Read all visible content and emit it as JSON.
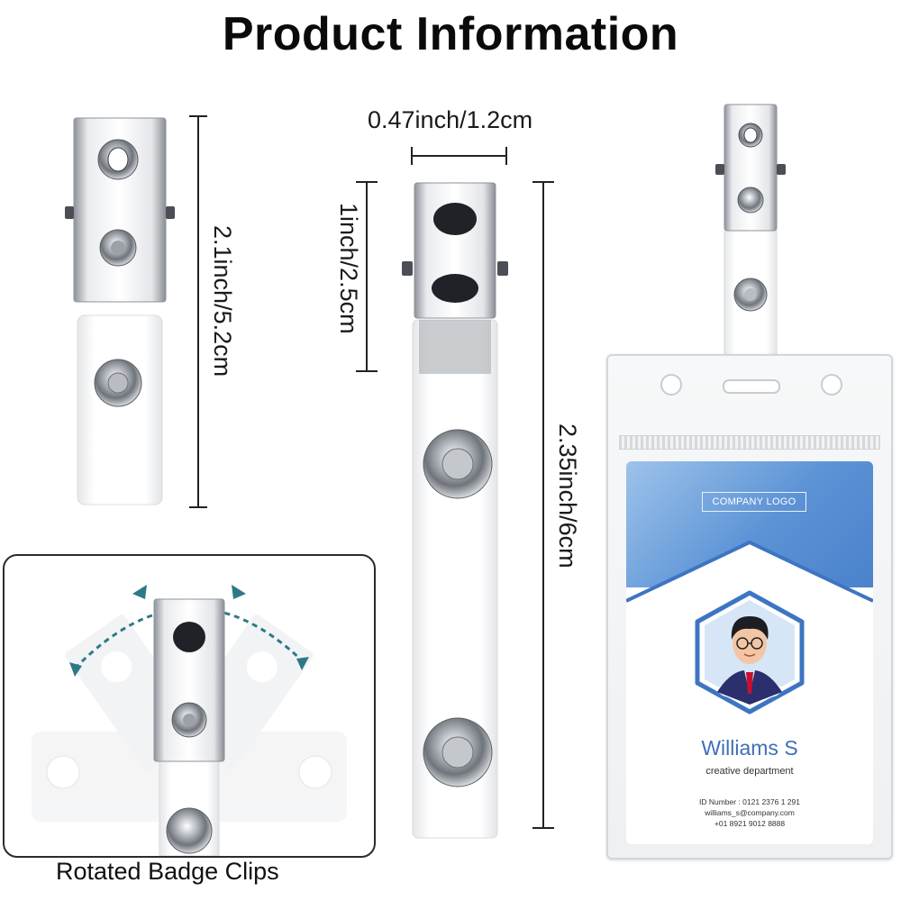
{
  "page": {
    "title": "Product Information",
    "caption": "Rotated Badge Clips"
  },
  "dimensions": {
    "left_clip_height": "2.1inch/5.2cm",
    "middle_clip_width": "0.47inch/1.2cm",
    "middle_clip_head": "1inch/2.5cm",
    "middle_clip_length": "2.35inch/6cm"
  },
  "badge": {
    "logo": "COMPANY LOGO",
    "name": "Williams S",
    "department": "creative department",
    "id_line": "ID Number : 0121 2376 1 291",
    "email_line": "williams_s@company.com",
    "phone_line": "+01 8921 9012 8888"
  },
  "colors": {
    "accent_blue": "#4a82cc",
    "name_blue": "#3f6fb8",
    "arrow_teal": "#2d7a87",
    "metal": "#c9ccd1"
  }
}
